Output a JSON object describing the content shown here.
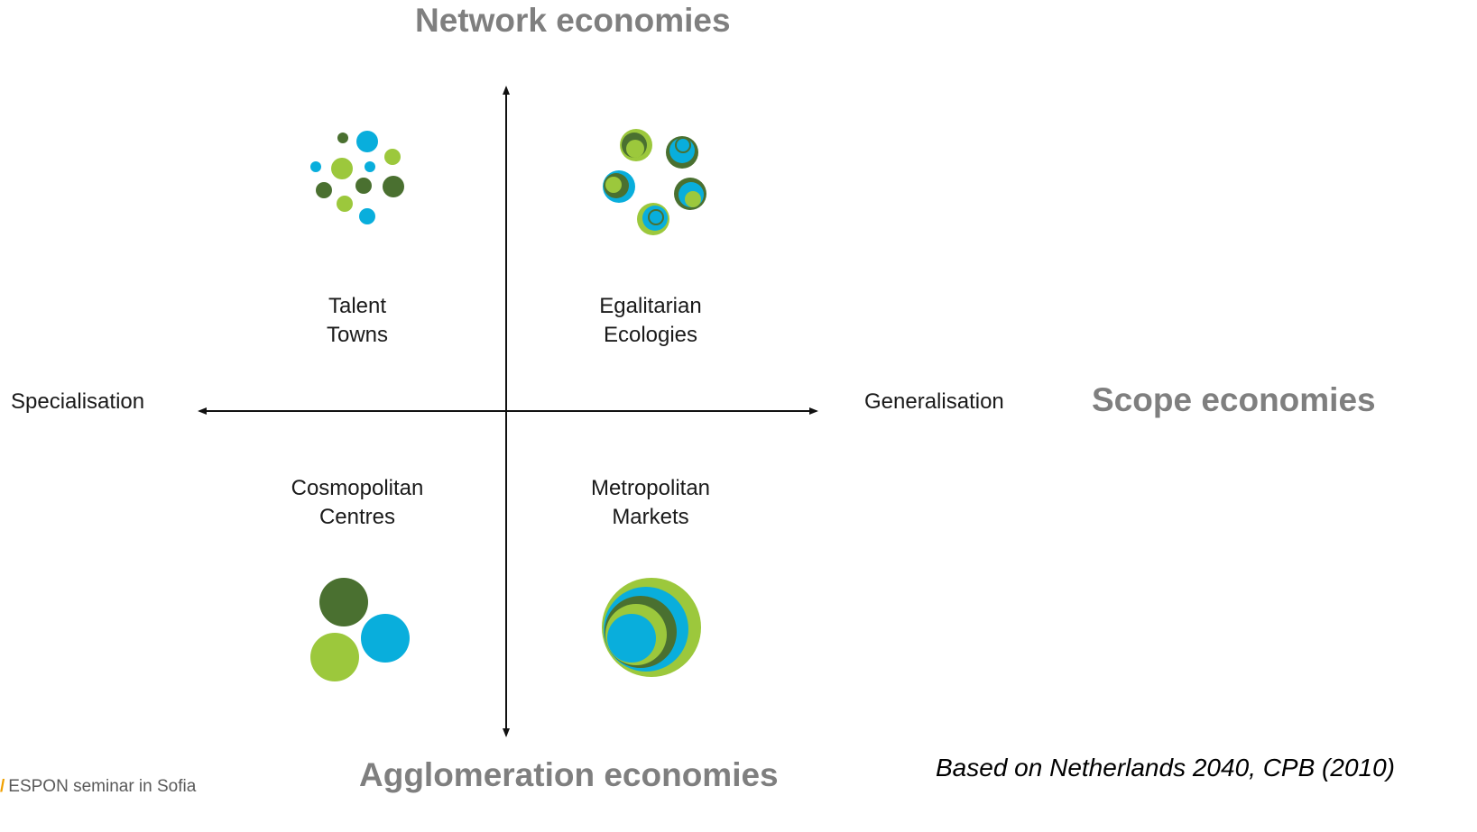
{
  "headings": {
    "top": "Network economies",
    "right": "Scope economies",
    "bottom": "Agglomeration economies"
  },
  "axes": {
    "left": "Specialisation",
    "right": "Generalisation"
  },
  "quadrants": {
    "top_left": [
      "Talent",
      "Towns"
    ],
    "top_right": [
      "Egalitarian",
      "Ecologies"
    ],
    "bottom_left": [
      "Cosmopolitan",
      "Centres"
    ],
    "bottom_right": [
      "Metropolitan",
      "Markets"
    ]
  },
  "source": "Based on Netherlands 2040, CPB (2010)",
  "footer": {
    "mark": "/",
    "text": "ESPON seminar in Sofia"
  },
  "colors": {
    "dark_green": "#4a7030",
    "light_green": "#9cc83c",
    "blue": "#09aedc",
    "heading_gray": "#7f7f7f",
    "axis": "#111111"
  }
}
